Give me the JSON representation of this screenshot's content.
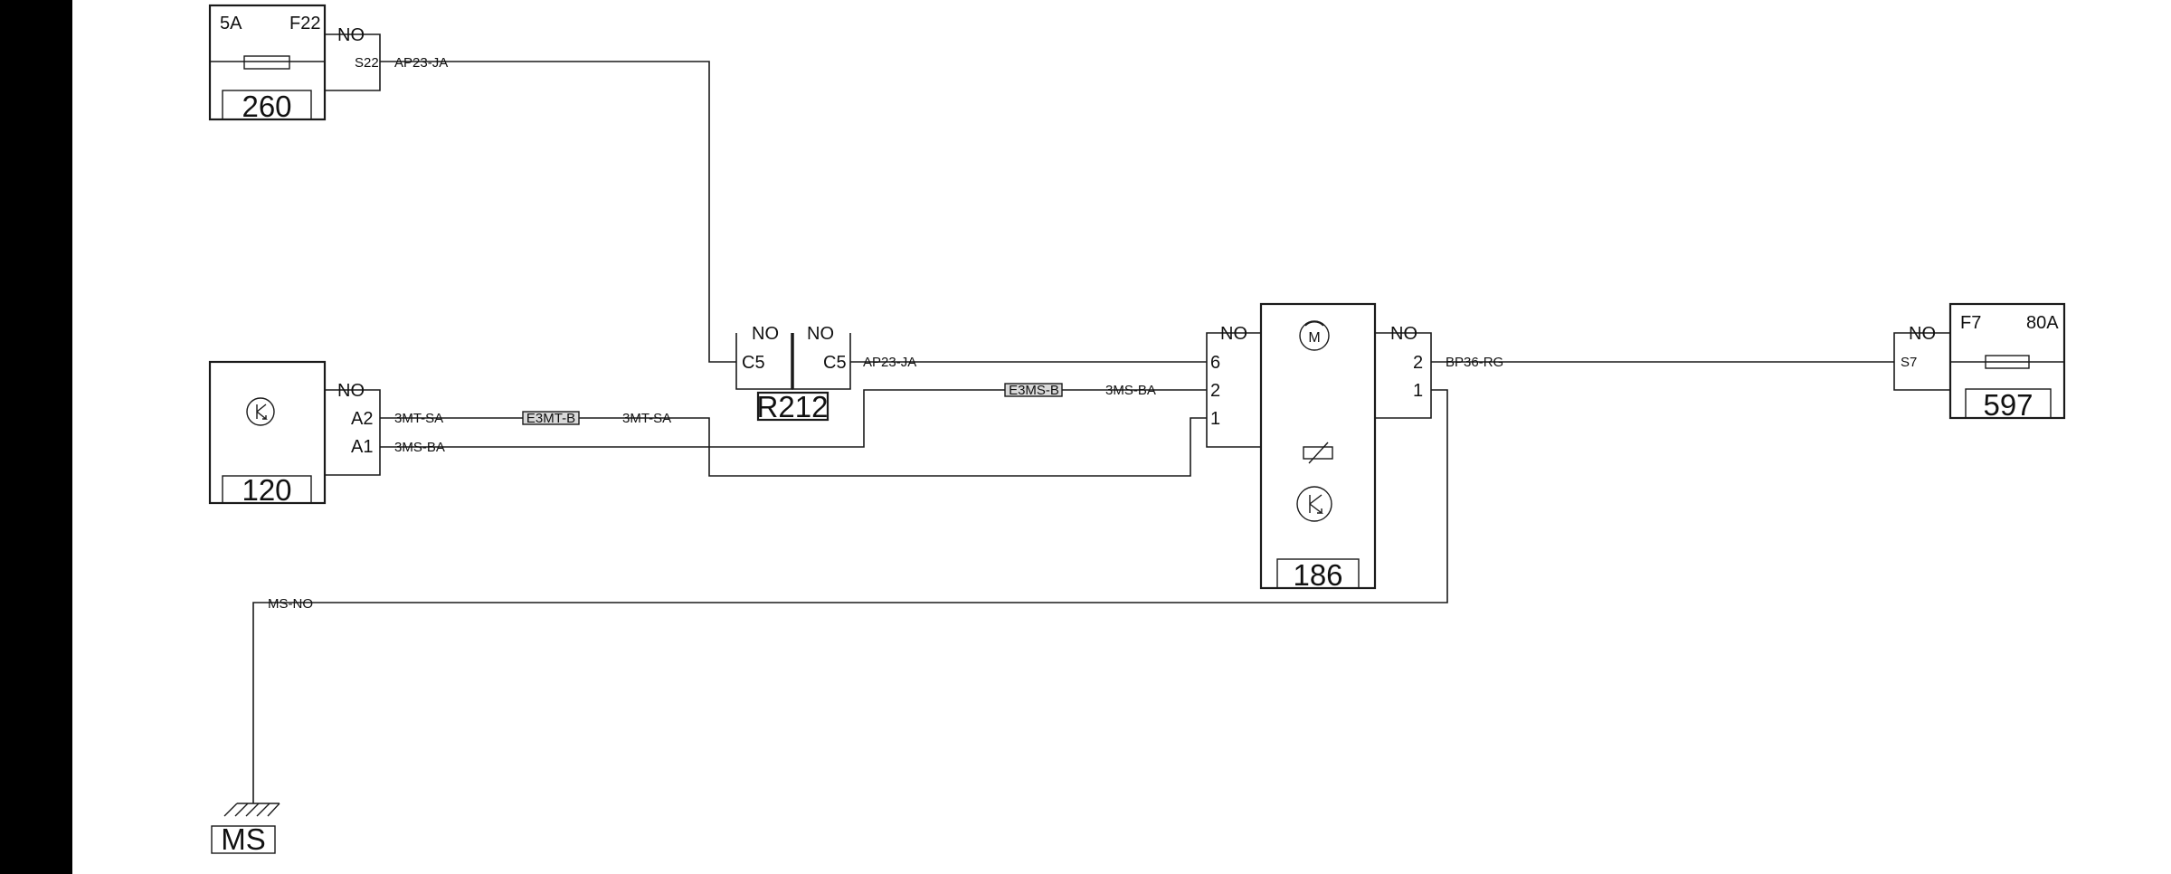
{
  "colors": {
    "background": "#ffffff",
    "ink": "#1a1a1a",
    "left_bar": "#000000",
    "connector_fill": "#d9d9d9"
  },
  "components": {
    "c260": {
      "id": "260",
      "rating": "5A",
      "fuse": "F22",
      "ground_tag": "NO",
      "pin": "S22",
      "icon": "fuse-icon"
    },
    "c120": {
      "id": "120",
      "ground_tag": "NO",
      "pin_a2": "A2",
      "pin_a1": "A1",
      "icon": "transistor-icon"
    },
    "r212": {
      "id": "R212",
      "tag_left": "NO",
      "tag_right": "NO",
      "pin_left": "C5",
      "pin_right": "C5"
    },
    "c186": {
      "id": "186",
      "tag_left": "NO",
      "tag_right": "NO",
      "pins_left": [
        "6",
        "2",
        "1"
      ],
      "pins_right": [
        "2",
        "1"
      ],
      "icons": [
        "motor-icon",
        "thermistor-icon",
        "transistor-icon"
      ],
      "motor_letter": "M"
    },
    "c597": {
      "id": "597",
      "rating": "80A",
      "fuse": "F7",
      "ground_tag": "NO",
      "pin": "S7",
      "icon": "fuse-icon"
    },
    "ms": {
      "id": "MS",
      "icon": "ground-icon"
    }
  },
  "wires": {
    "w260": "AP23-JA",
    "w212": "AP23-JA",
    "w120a": "3MT-SA",
    "w120a2": "3MT-SA",
    "w120b": "3MS-BA",
    "w186b": "3MS-BA",
    "w597": "BP36-RG",
    "wms": "MS-NO"
  },
  "connectors": {
    "e3mt": "E3MT-B",
    "e3ms": "E3MS-B"
  }
}
